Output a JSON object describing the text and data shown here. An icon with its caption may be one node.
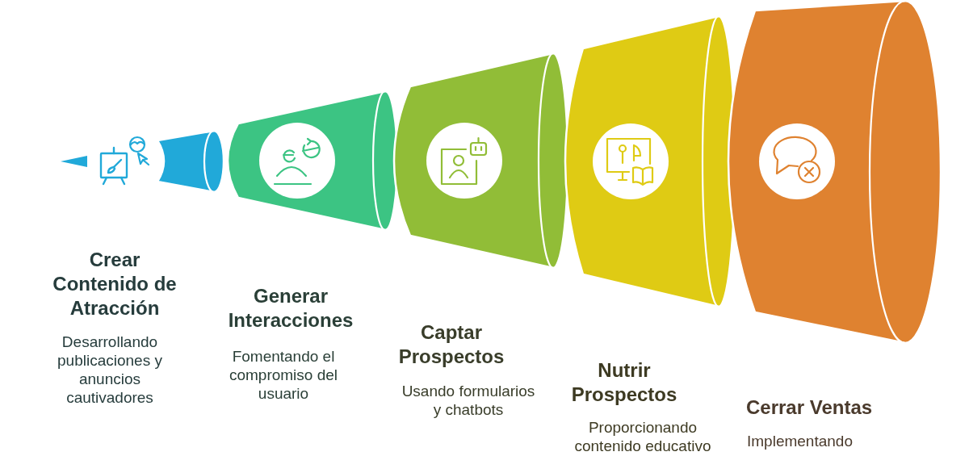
{
  "diagram": {
    "nodes": [
      {
        "text": [],
        "shape": "cylinder",
        "beside": [
          "Crear Contenido de Atracción",
          "Desarrollando publicaciones y anuncios cautivadores"
        ]
      },
      {
        "text": [],
        "shape": "cylinder",
        "beside": [
          "Generar Interacciones",
          "Fomentando el compromiso del usuario"
        ]
      },
      {
        "text": [],
        "shape": "cylinder",
        "beside": [
          "Captar Prospectos",
          "Usando formularios y chatbots"
        ]
      },
      {
        "text": [],
        "shape": "cylinder",
        "beside": [
          "Nutrir Prospectos",
          "Proporcionando contenido educativo"
        ]
      },
      {
        "text": [],
        "shape": "cylinder",
        "beside": [
          "Cerrar Ventas",
          "Implementando"
        ]
      }
    ]
  }
}
